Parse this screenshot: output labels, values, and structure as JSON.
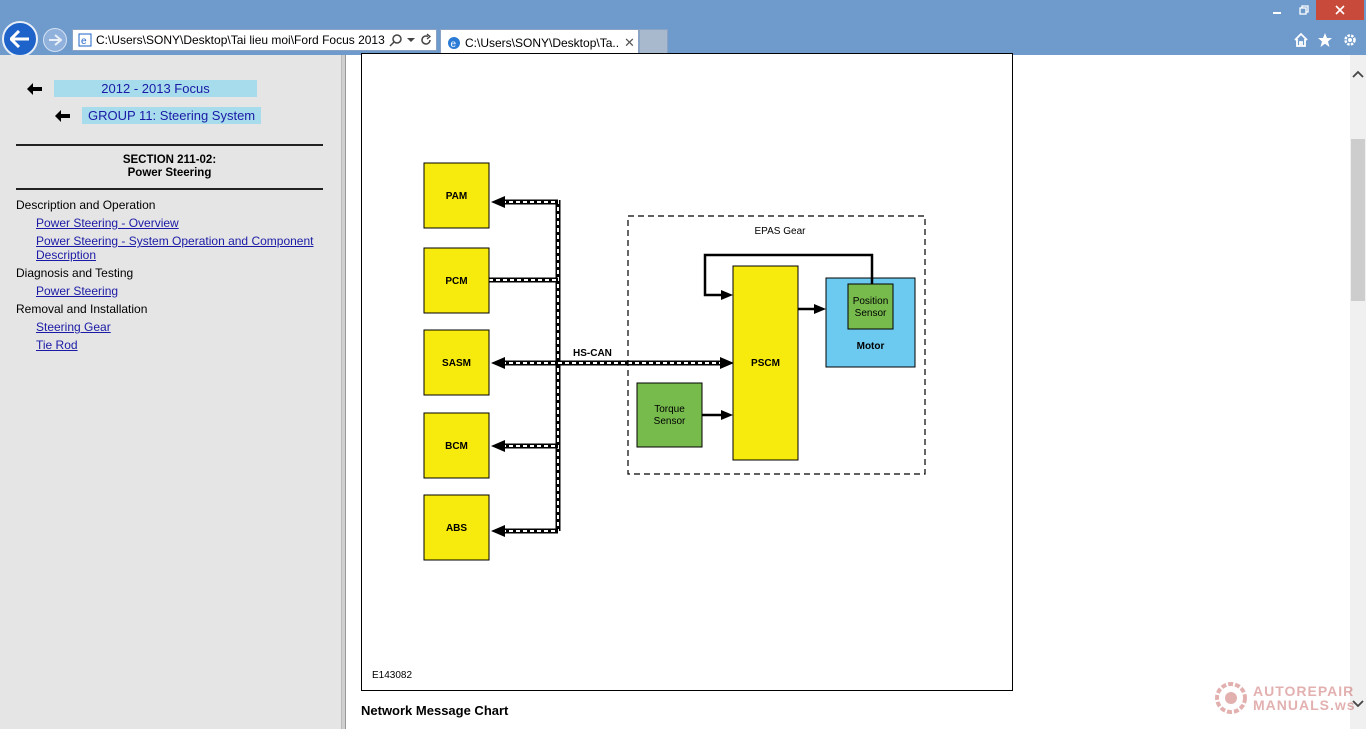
{
  "browser": {
    "address": "C:\\Users\\SONY\\Desktop\\Tai lieu moi\\Ford Focus 2013",
    "tab_title": "C:\\Users\\SONY\\Desktop\\Ta...",
    "tab_close": "✕"
  },
  "sidebar": {
    "breadcrumb_1": "2012 - 2013 Focus",
    "breadcrumb_2": "GROUP 11: Steering System",
    "section_line1": "SECTION 211-02:",
    "section_line2": "Power Steering",
    "toc": [
      {
        "category": "Description and Operation",
        "links": [
          "Power Steering - Overview",
          "Power Steering - System Operation and Component Description"
        ]
      },
      {
        "category": "Diagnosis and Testing",
        "links": [
          "Power Steering"
        ]
      },
      {
        "category": "Removal and Installation",
        "links": [
          "Steering Gear",
          "Tie Rod"
        ]
      }
    ]
  },
  "diagram": {
    "modules": [
      "PAM",
      "PCM",
      "SASM",
      "BCM",
      "ABS"
    ],
    "bus_label": "HS-CAN",
    "epas_label": "EPAS Gear",
    "pscm": "PSCM",
    "motor": "Motor",
    "position_sensor_1": "Position",
    "position_sensor_2": "Sensor",
    "torque_sensor_1": "Torque",
    "torque_sensor_2": "Sensor",
    "code": "E143082"
  },
  "content": {
    "next_heading": "Network Message Chart"
  },
  "watermark": {
    "line1": "AUTOREPAIR",
    "line2": "MANUALS.ws"
  },
  "colors": {
    "module_yellow": "#f7ea0d",
    "sensor_green": "#77bb4d",
    "motor_blue": "#6ccaf0",
    "crumb_bg": "#a7dcec",
    "link": "#1a1aa6"
  }
}
